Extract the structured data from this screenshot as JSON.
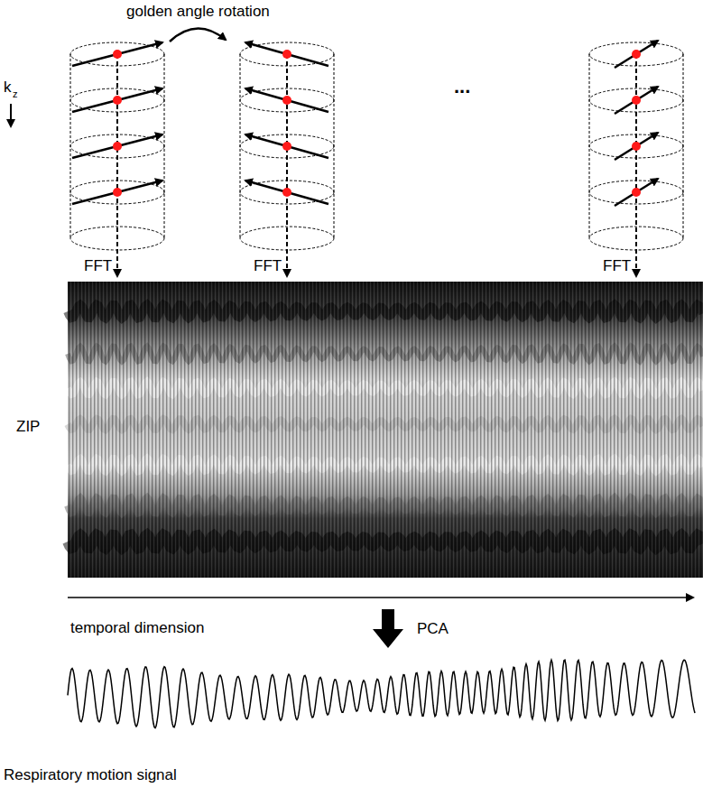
{
  "diagram": {
    "labels": [
      "golden angle rotation",
      "k",
      "z",
      "FFT",
      "FFT",
      "FFT",
      "...",
      "ZIP",
      "temporal dimension",
      "PCA",
      "Respiratory motion signal"
    ]
  }
}
